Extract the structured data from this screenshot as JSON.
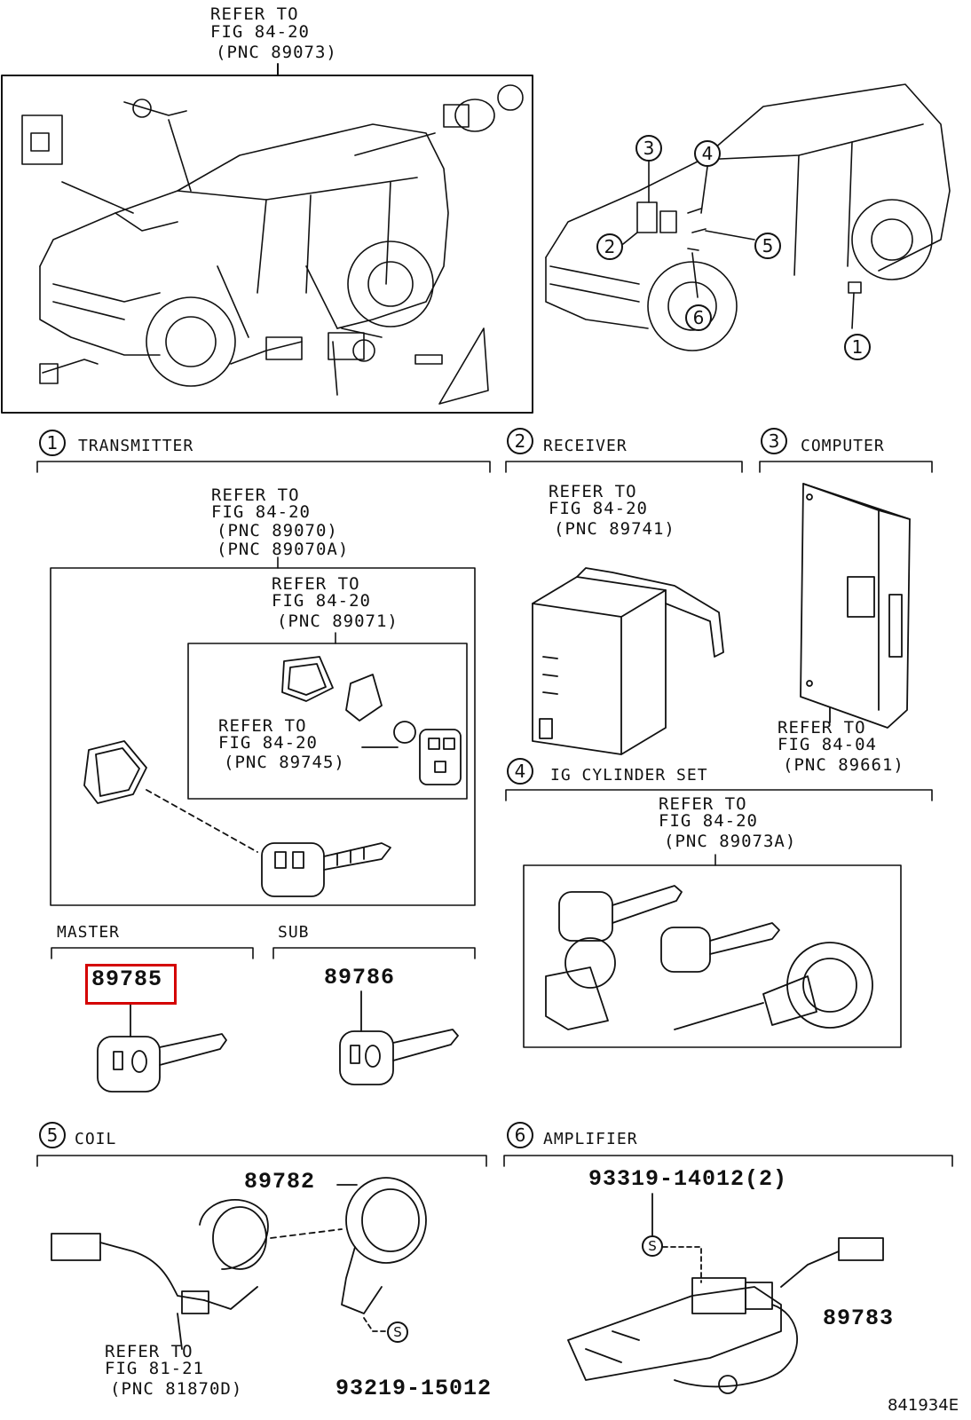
{
  "top_ref": {
    "line1": "REFER TO",
    "line2": "FIG 84-20",
    "line3": "(PNC 89073)"
  },
  "overview": {
    "callouts": [
      "3",
      "4",
      "2",
      "5",
      "6",
      "1"
    ]
  },
  "sections": {
    "transmitter": {
      "num": "1",
      "title": "TRANSMITTER",
      "ref_outer": {
        "line1": "REFER TO",
        "line2": "FIG 84-20",
        "line3": "(PNC 89070)",
        "line4": "(PNC 89070A)"
      },
      "ref_inner": {
        "line1": "REFER TO",
        "line2": "FIG 84-20",
        "line3": "(PNC 89071)"
      },
      "ref_cover": {
        "line1": "REFER TO",
        "line2": "FIG 84-20",
        "line3": "(PNC 89745)"
      }
    },
    "receiver": {
      "num": "2",
      "title": "RECEIVER",
      "ref": {
        "line1": "REFER TO",
        "line2": "FIG 84-20",
        "line3": "(PNC 89741)"
      }
    },
    "computer": {
      "num": "3",
      "title": "COMPUTER",
      "ref": {
        "line1": "REFER TO",
        "line2": "FIG 84-04",
        "line3": "(PNC 89661)"
      }
    },
    "ig_cylinder": {
      "num": "4",
      "title": "IG CYLINDER SET",
      "ref": {
        "line1": "REFER TO",
        "line2": "FIG 84-20",
        "line3": "(PNC 89073A)"
      }
    },
    "keys": {
      "master_label": "MASTER",
      "master_part": "89785",
      "sub_label": "SUB",
      "sub_part": "89786"
    },
    "coil": {
      "num": "5",
      "title": "COIL",
      "part": "89782",
      "screw_part": "93219-15012",
      "screw_icon": "S",
      "ref": {
        "line1": "REFER TO",
        "line2": "FIG 81-21",
        "line3": "(PNC 81870D)"
      }
    },
    "amplifier": {
      "num": "6",
      "title": "AMPLIFIER",
      "part": "89783",
      "screw_part": "93319-14012(2)",
      "screw_icon": "S"
    }
  },
  "figure_id": "841934E",
  "highlight": {
    "part": "89785",
    "color": "#d40000"
  }
}
